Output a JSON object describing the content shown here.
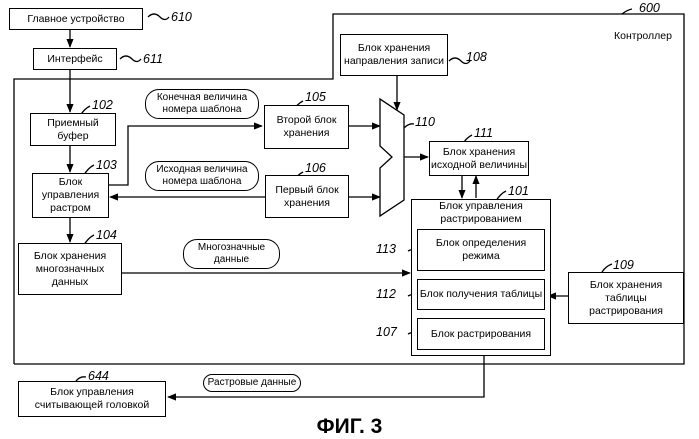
{
  "refs": {
    "r600": "600",
    "r610": "610",
    "r611": "611",
    "r102": "102",
    "r103": "103",
    "r104": "104",
    "r105": "105",
    "r106": "106",
    "r108": "108",
    "r110": "110",
    "r111": "111",
    "r101": "101",
    "r113": "113",
    "r112": "112",
    "r107": "107",
    "r109": "109",
    "r644": "644"
  },
  "labels": {
    "main_device": "Главное устройство",
    "interface": "Интерфейс",
    "controller": "Контроллер",
    "receive_buffer": "Приемный буфер",
    "raster_control": "Блок\nуправления\nрастром",
    "multilevel_storage": "Блок хранения\nмногозначных\nданных",
    "second_storage": "Второй блок\nхранения",
    "first_storage": "Первый блок\nхранения",
    "record_direction_storage": "Блок хранения\nнаправления записи",
    "initial_value_storage": "Блок хранения\nисходной величины",
    "rasterization_control": "Блок управления\nрастрированием",
    "mode_determination": "Блок определения режима",
    "table_acquisition": "Блок получения таблицы",
    "rasterization": "Блок растрирования",
    "table_storage": "Блок хранения таблицы\nрастрирования",
    "head_control": "Блок управления\nсчитывающей головкой",
    "final_pattern": "Конечная величина\nномера шаблона",
    "initial_pattern": "Исходная величина\nномера шаблона",
    "multilevel_data": "Многозначные\nданные",
    "raster_data": "Растровые данные",
    "figure_caption": "ФИГ. 3"
  }
}
